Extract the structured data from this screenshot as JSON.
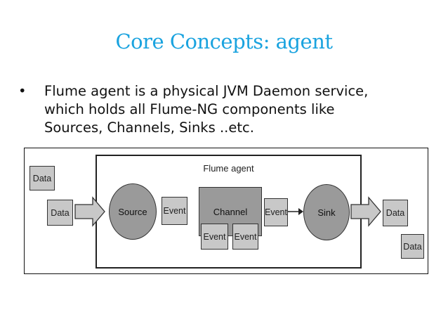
{
  "slide": {
    "title": "Core Concepts: agent",
    "bullet_symbol": "•",
    "bullet_lines": [
      "Flume agent is a physical JVM Daemon service,",
      "which holds all Flume-NG components like",
      "Sources, Channels, Sinks ..etc."
    ]
  },
  "diagram": {
    "agent_label": "Flume agent",
    "data_top_left": "Data",
    "data_in": "Data",
    "source": "Source",
    "event_after_source": "Event",
    "channel": "Channel",
    "channel_event_1": "Event",
    "channel_event_2": "Event",
    "event_before_sink": "Event",
    "sink": "Sink",
    "data_out": "Data",
    "data_bottom_right": "Data"
  }
}
